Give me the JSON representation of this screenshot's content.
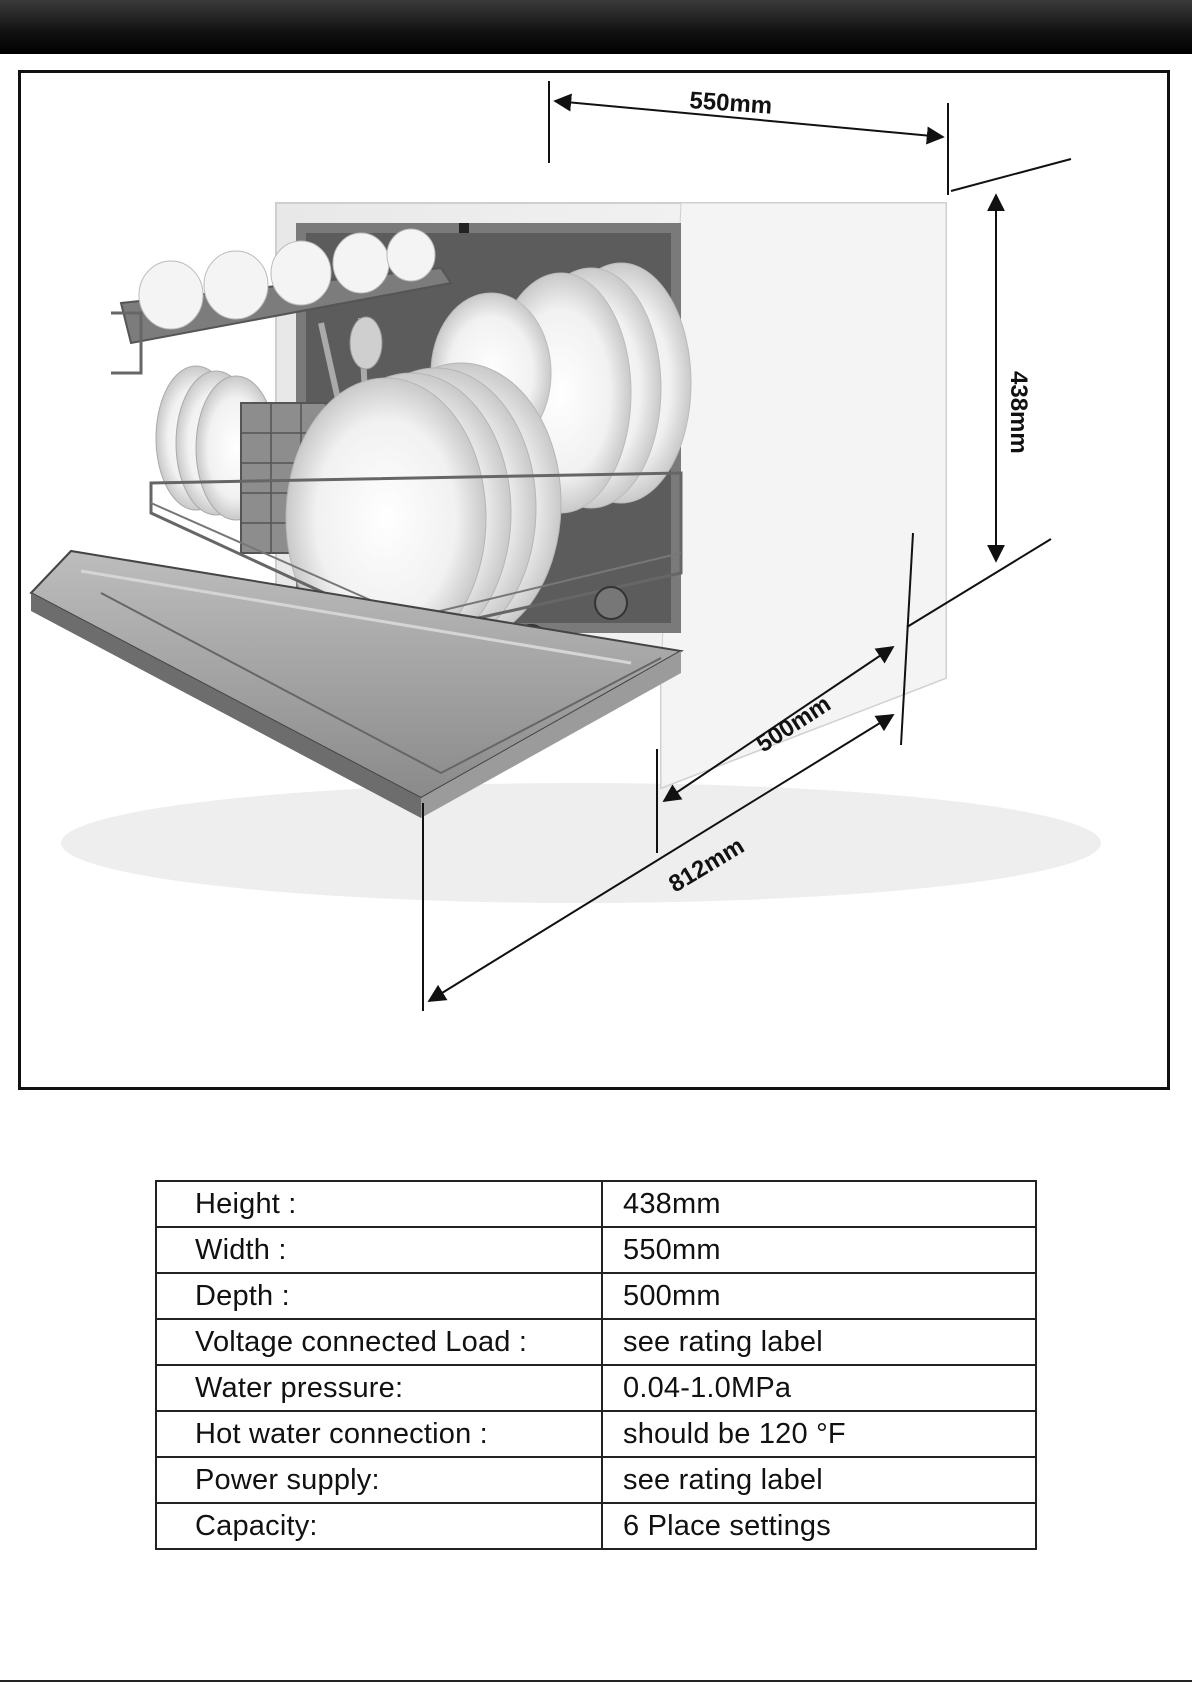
{
  "dimension_labels": {
    "width": "550mm",
    "height": "438mm",
    "depth": "500mm",
    "depth_door_open": "812mm"
  },
  "specifications": [
    {
      "label": "Height :",
      "value": "438mm"
    },
    {
      "label": "Width :",
      "value": "550mm"
    },
    {
      "label": "Depth :",
      "value": "500mm"
    },
    {
      "label": "Voltage connected Load :",
      "value": "see rating label"
    },
    {
      "label": "Water pressure:",
      "value": "0.04-1.0MPa"
    },
    {
      "label": "Hot water connection :",
      "value": "should be 120 °F"
    },
    {
      "label": "Power supply:",
      "value": "see rating label"
    },
    {
      "label": "Capacity:",
      "value": "6 Place settings"
    }
  ]
}
